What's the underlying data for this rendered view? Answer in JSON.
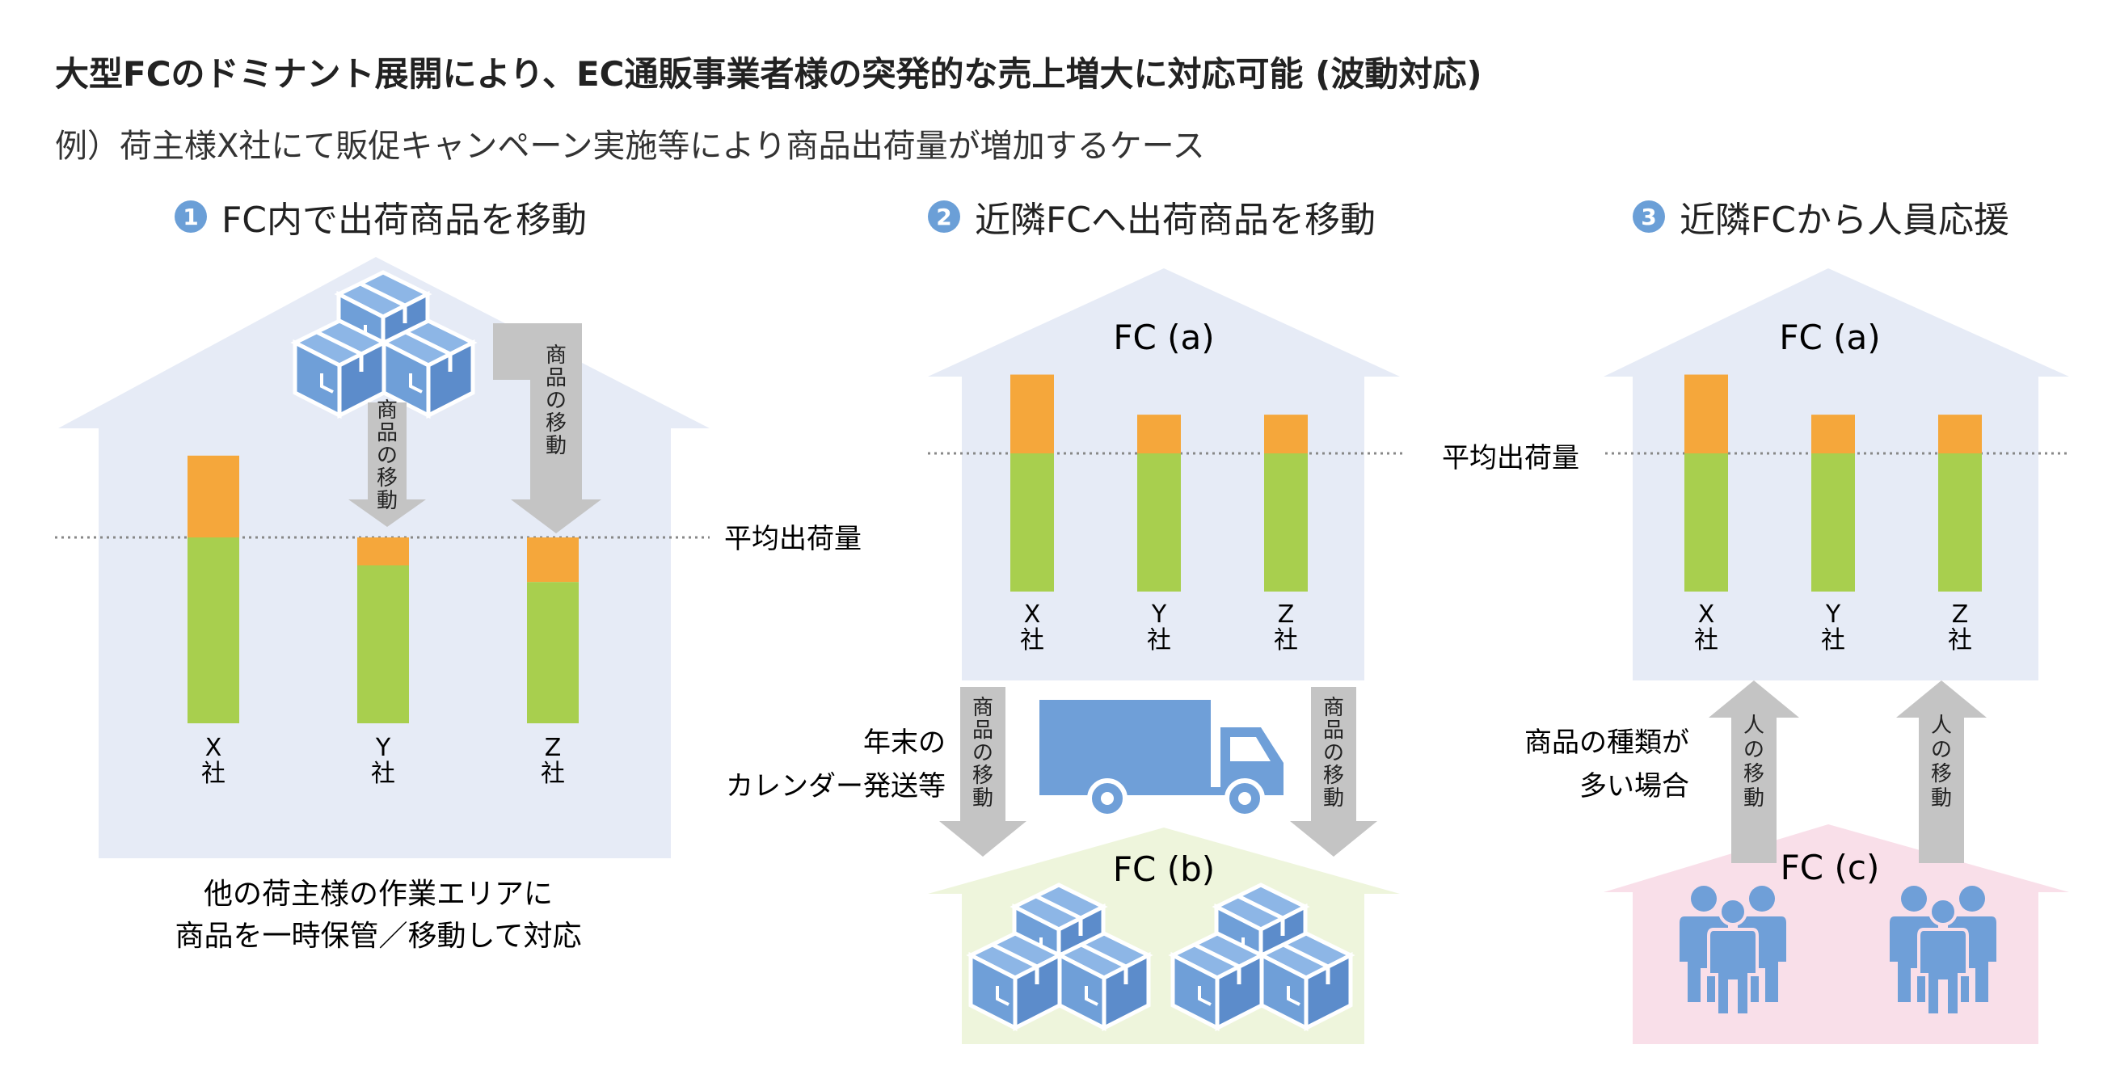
{
  "title": "大型FCのドミナント展開により、EC通販事業者様の突発的な売上増大に対応可能 (波動対応)",
  "subtitle": "例）荷主様X社にて販促キャンペーン実施等により商品出荷量が増加するケース",
  "colors": {
    "house_blue": "#e6ebf6",
    "house_green": "#eef5dc",
    "house_pink": "#f9dfe9",
    "bar_green": "#a8cf4e",
    "bar_orange": "#f5a73b",
    "arrow_gray": "#c4c4c4",
    "badge_blue": "#6b9fd7",
    "icon_blue": "#6f9fd8"
  },
  "sections": [
    {
      "number": "1",
      "title": "FC内で出荷商品を移動",
      "avg_label": "平均出荷量",
      "arrow1_label": "商品の移動",
      "arrow2_label": "商品の移動",
      "caption_line1": "他の荷主様の作業エリアに",
      "caption_line2": "商品を一時保管／移動して対応",
      "bars": [
        {
          "company": "X",
          "suffix": "社",
          "base": 1.0,
          "excess": 0.44
        },
        {
          "company": "Y",
          "suffix": "社",
          "base": 0.85,
          "excess": 0.15
        },
        {
          "company": "Z",
          "suffix": "社",
          "base": 0.76,
          "excess": 0.24
        }
      ]
    },
    {
      "number": "2",
      "title": "近隣FCへ出荷商品を移動",
      "house_top_label": "FC (a)",
      "house_bottom_label": "FC (b)",
      "side_note_line1": "年末の",
      "side_note_line2": "カレンダー発送等",
      "arrow1_label": "商品の移動",
      "arrow2_label": "商品の移動",
      "bars": [
        {
          "company": "X",
          "suffix": "社",
          "base": 1.0,
          "excess": 0.57
        },
        {
          "company": "Y",
          "suffix": "社",
          "base": 1.0,
          "excess": 0.28
        },
        {
          "company": "Z",
          "suffix": "社",
          "base": 1.0,
          "excess": 0.28
        }
      ]
    },
    {
      "number": "3",
      "title": "近隣FCから人員応援",
      "house_top_label": "FC (a)",
      "house_bottom_label": "FC (c)",
      "avg_label": "平均出荷量",
      "side_note_line1": "商品の種類が",
      "side_note_line2": "多い場合",
      "arrow1_label": "人の移動",
      "arrow2_label": "人の移動",
      "bars": [
        {
          "company": "X",
          "suffix": "社",
          "base": 1.0,
          "excess": 0.57
        },
        {
          "company": "Y",
          "suffix": "社",
          "base": 1.0,
          "excess": 0.28
        },
        {
          "company": "Z",
          "suffix": "社",
          "base": 1.0,
          "excess": 0.28
        }
      ]
    }
  ]
}
